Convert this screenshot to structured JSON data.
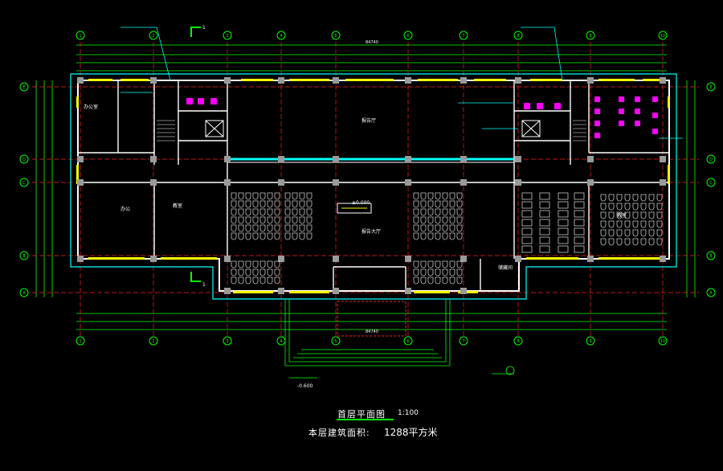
{
  "plan": {
    "title": "首层平面图",
    "scale": "1:100",
    "area_label": "本层建筑面积:",
    "area_value": "1288平方米",
    "elev_left": "-0.600",
    "elev_center": "±0.000",
    "section_mark": "1",
    "column_grid": [
      "1",
      "2",
      "3",
      "4",
      "5",
      "6",
      "7",
      "8",
      "9",
      "10"
    ],
    "row_grid": [
      "E",
      "D",
      "C",
      "B",
      "A"
    ],
    "overall_dim": "84740",
    "room_labels": {
      "hall_upper": "报告厅",
      "hall_lower": "报告大厅",
      "room_left": "办公",
      "room_mid": "教室",
      "room_right": "教室",
      "office_nw": "办公室",
      "storage": "储藏间"
    },
    "colors": {
      "background": "#000000",
      "grid_line": "#00ff00",
      "axis_red": "#ff2020",
      "wall": "#ffffff",
      "window": "#ffff00",
      "accent_cyan": "#00ffff",
      "toilet": "#ff00ff",
      "column": "#9a9a9a",
      "seat": "#c8c8c8"
    }
  }
}
